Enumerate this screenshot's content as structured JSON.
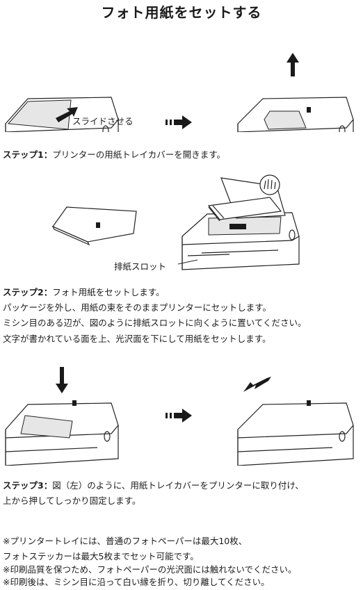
{
  "title": "フォト用紙をセットする",
  "section1": {
    "caption": "スライドさせる",
    "step_label": "ステップ1：",
    "step_text": "プリンターの用紙トレイカバーを開きます。"
  },
  "section2": {
    "caption": "排紙スロット",
    "step_label": "ステップ2：",
    "step_text": "フォト用紙をセットします。",
    "lines": [
      "パッケージを外し、用紙の束をそのままプリンターにセットします。",
      "ミシン目のある辺が、図のように排紙スロットに向くように置いてください。",
      "文字が書かれている面を上、光沢面を下にして用紙をセットします。"
    ]
  },
  "section3": {
    "step_label": "ステップ3：",
    "step_text": "図（左）のように、用紙トレイカバーをプリンターに取り付け、",
    "step_text2": "上から押してしっかり固定します。"
  },
  "notes": [
    "※プリンタートレイには、普通のフォトペーパーは最大10枚、",
    "フォトステッカーは最大5枚までセット可能です。",
    "※印刷品質を保つため、フォトペーパーの光沢面には触れないでください。",
    "※印刷後は、ミシン目に沿って白い縁を折り、切り離してください。"
  ]
}
